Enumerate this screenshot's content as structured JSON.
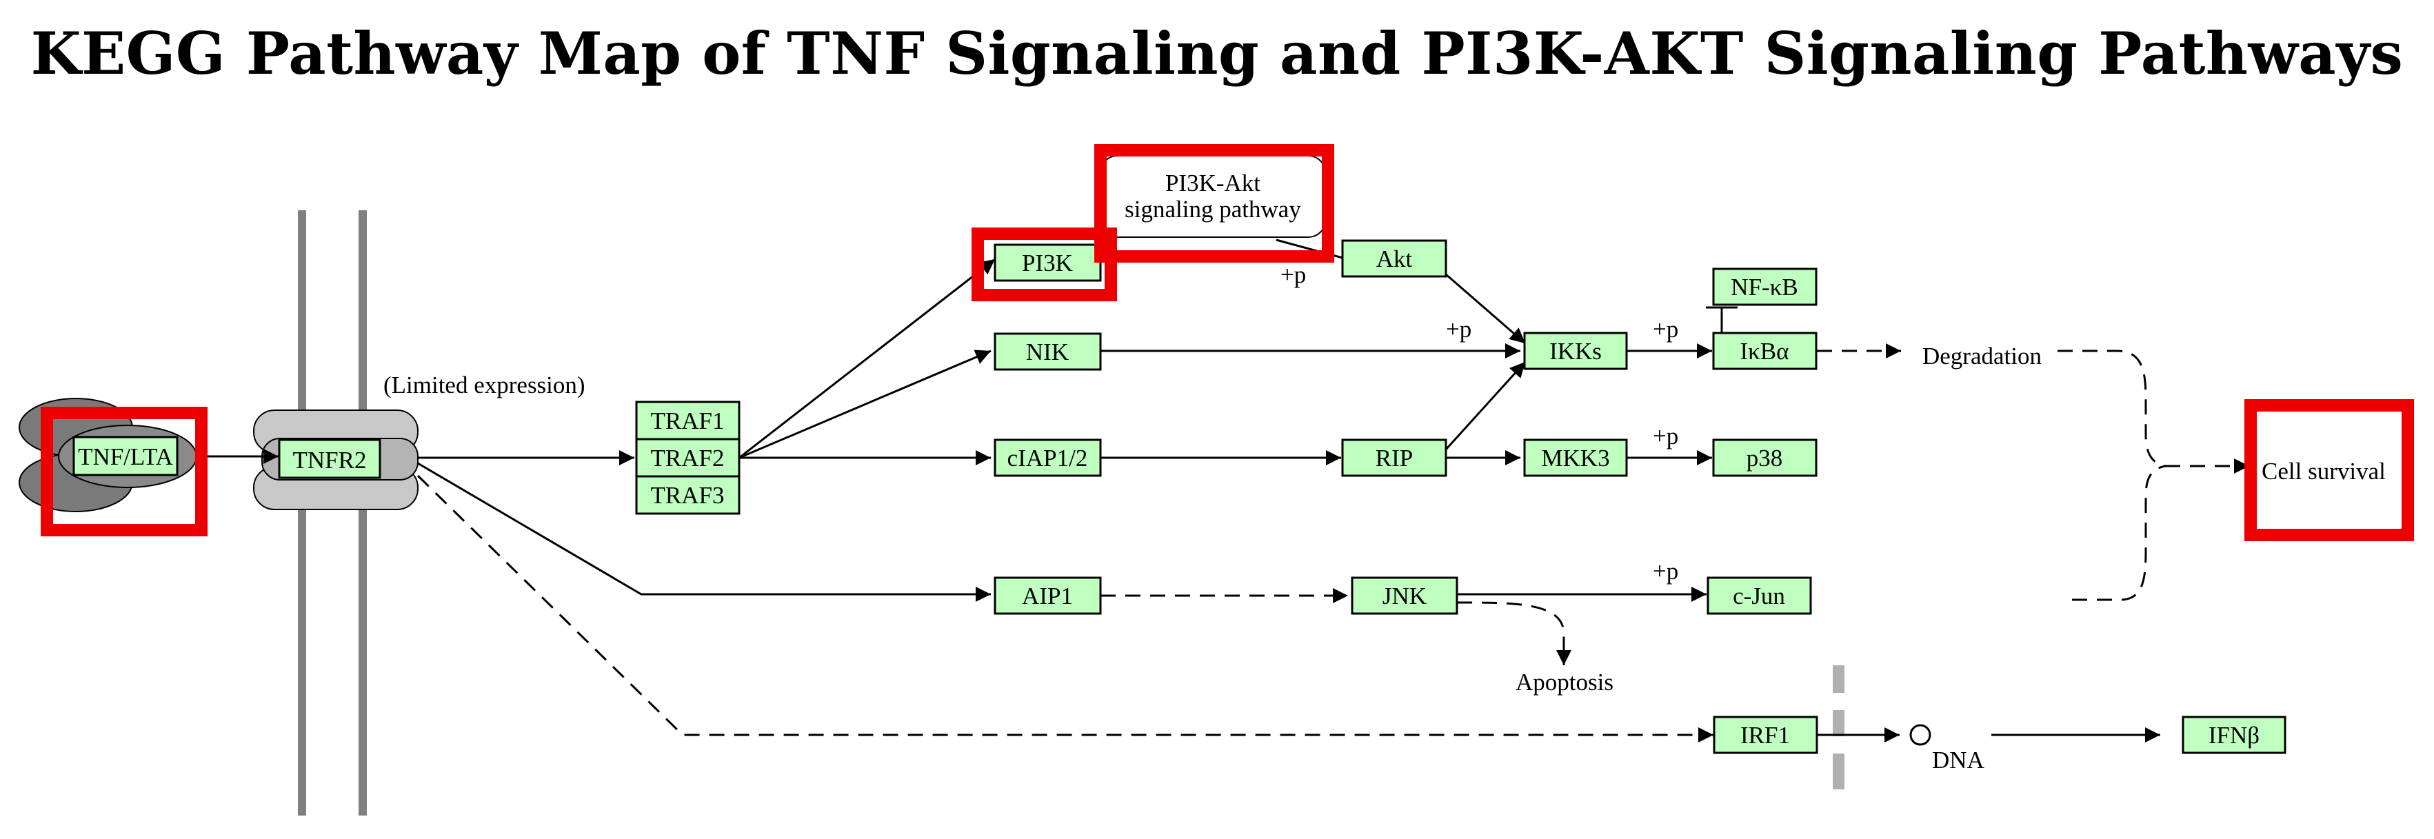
{
  "title": "KEGG Pathway Map of TNF Signaling and PI3K-AKT Signaling Pathways",
  "colors": {
    "node_fill": "#bfffbf",
    "highlight": "#ee0000",
    "membrane": "#808080",
    "receptor": "#c8c8c8",
    "ligand": "#7a7a7a"
  },
  "nodes": {
    "tnf_lta": "TNF/LTA",
    "tnfr2": "TNFR2",
    "traf1": "TRAF1",
    "traf2": "TRAF2",
    "traf3": "TRAF3",
    "pi3k": "PI3K",
    "nik": "NIK",
    "ciap": "cIAP1/2",
    "aip1": "AIP1",
    "akt": "Akt",
    "ikks": "IKKs",
    "nfkb": "NF-κB",
    "ikba": "IκBα",
    "rip": "RIP",
    "mkk3": "MKK3",
    "p38": "p38",
    "jnk": "JNK",
    "cjun": "c-Jun",
    "irf1": "IRF1",
    "ifnb": "IFNβ"
  },
  "pathway_box": {
    "line1": "PI3K-Akt",
    "line2": "signaling pathway"
  },
  "labels": {
    "limited_expression": "(Limited expression)",
    "degradation": "Degradation",
    "cell_survival": "Cell survival",
    "apoptosis": "Apoptosis",
    "dna": "DNA",
    "phospho": "+p"
  }
}
